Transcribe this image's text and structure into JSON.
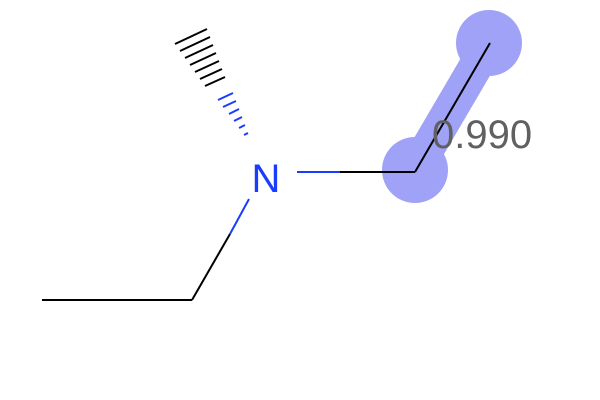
{
  "molecule": {
    "atoms": [
      {
        "id": "N1",
        "label": "N",
        "color": "#1a3cff"
      }
    ],
    "highlight": {
      "color": "#9fa2f6",
      "score": "0.990",
      "score_color": "#606060"
    },
    "bond_color": "#000000",
    "nitrogen_bond_color": "#1a3cff"
  }
}
